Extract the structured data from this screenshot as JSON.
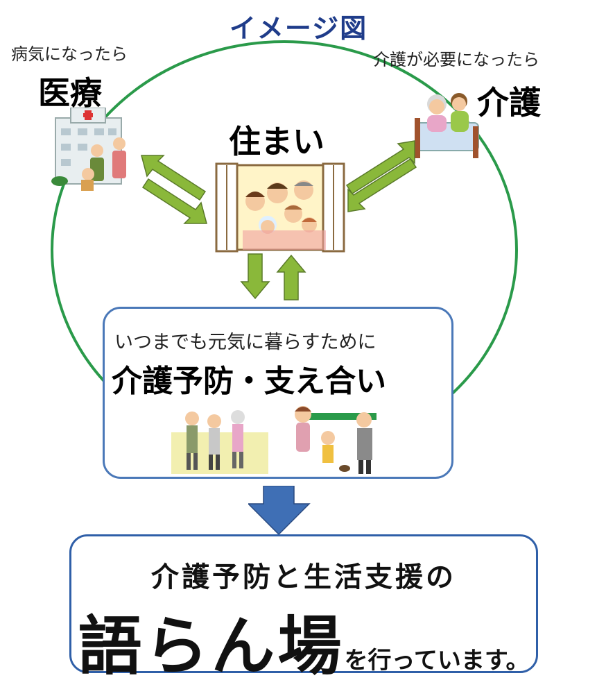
{
  "title": "イメージ図",
  "medical": {
    "caption": "病気になったら",
    "heading": "医療"
  },
  "care": {
    "caption": "介護が必要になったら",
    "heading": "介護"
  },
  "housing": {
    "heading": "住まい"
  },
  "prevention": {
    "caption": "いつまでも元気に暮らすために",
    "heading": "介護予防・支え合い"
  },
  "summary": {
    "line1": "介護予防と生活支援の",
    "line2_main": "語らん場",
    "line2_suffix": "を行っています。"
  },
  "colors": {
    "title": "#1f3c8a",
    "ring": "#2a9a4a",
    "arrow_green": "#8ab83a",
    "arrow_blue": "#3f6fb5",
    "box_border": "#4a78b8"
  },
  "icons": [
    "hospital-icon",
    "caregiving-icon",
    "window-family-icon",
    "exercise-people-icon",
    "walking-family-icon"
  ]
}
